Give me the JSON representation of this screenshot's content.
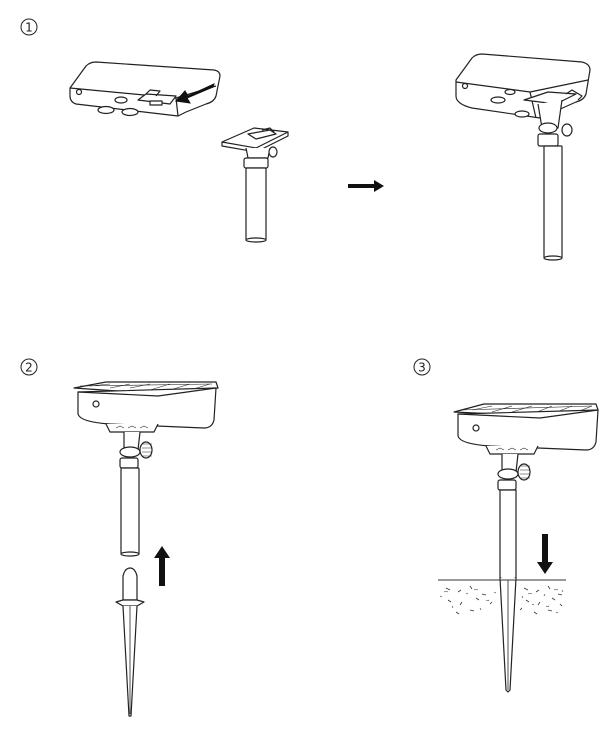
{
  "steps": [
    {
      "number": "1"
    },
    {
      "number": "2"
    },
    {
      "number": "3"
    }
  ],
  "colors": {
    "line": "#222222",
    "fill": "#ffffff",
    "arrow": "#111111"
  }
}
